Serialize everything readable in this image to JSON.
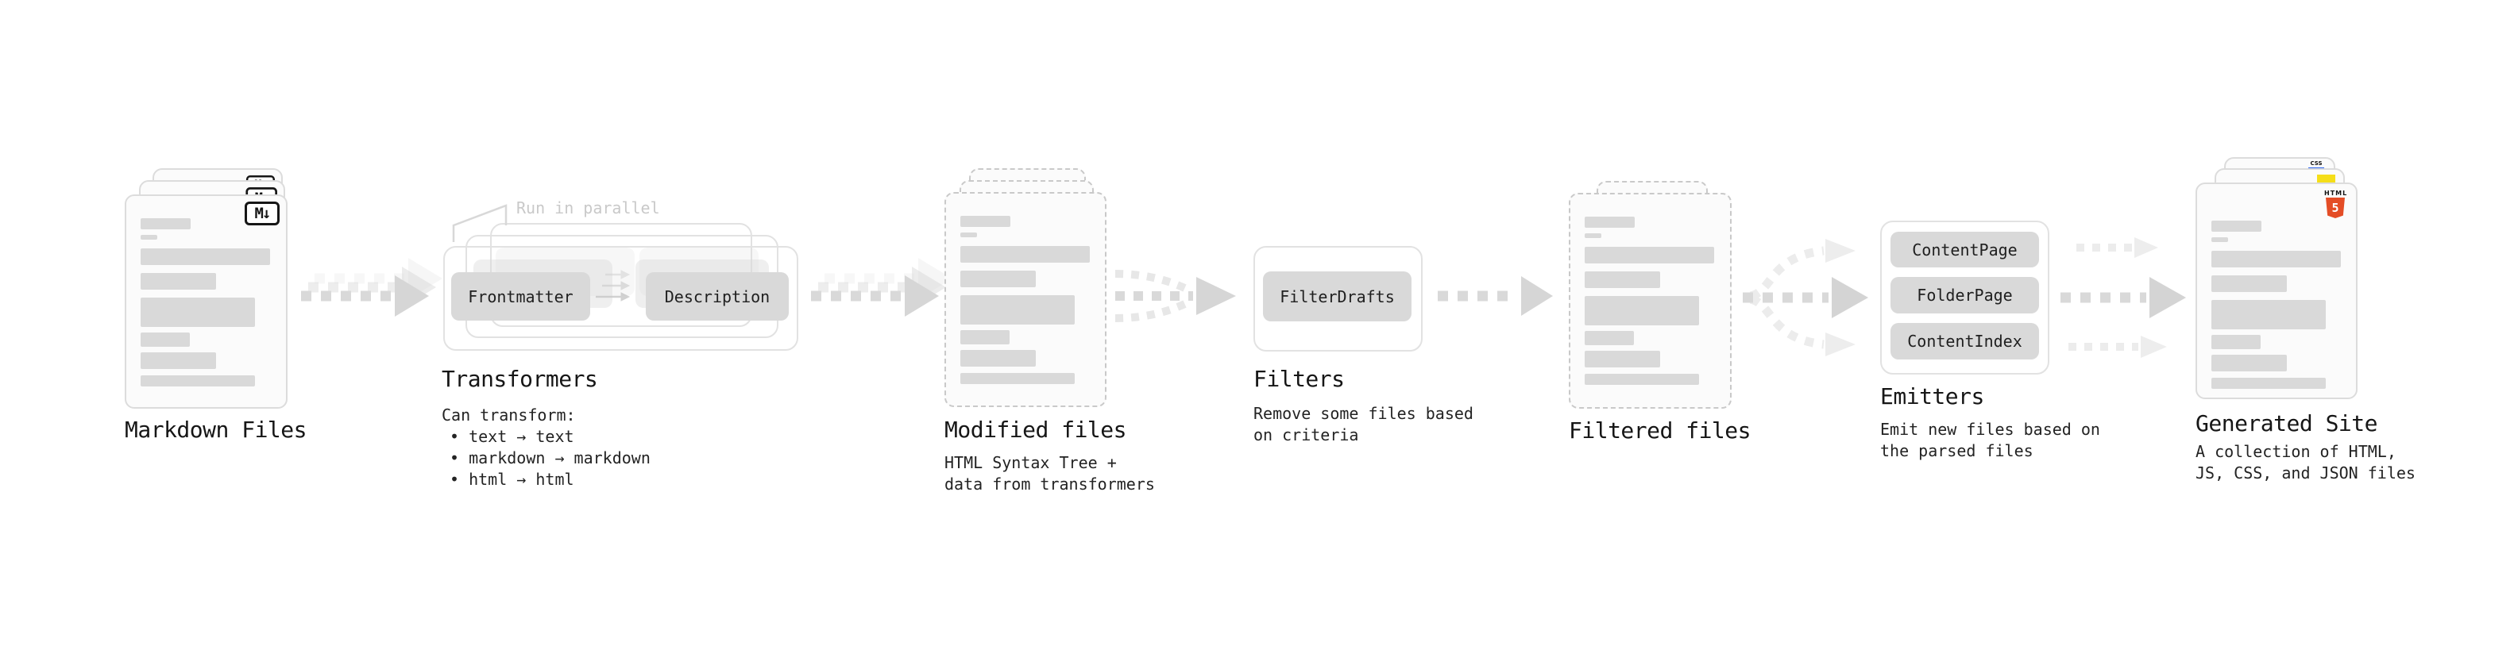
{
  "diagram": {
    "markdown_files": {
      "label": "Markdown Files"
    },
    "transformers": {
      "label": "Transformers",
      "annotation": "Run in parallel",
      "node_frontmatter": "Frontmatter",
      "node_description": "Description",
      "body_title": "Can transform:",
      "bullets": [
        "text → text",
        "markdown → markdown",
        "html → html"
      ]
    },
    "modified_files": {
      "label": "Modified files",
      "description": "HTML Syntax Tree +\ndata from transformers"
    },
    "filters": {
      "label": "Filters",
      "node_filterdrafts": "FilterDrafts",
      "description": "Remove some files based\non criteria"
    },
    "filtered_files": {
      "label": "Filtered files"
    },
    "emitters": {
      "label": "Emitters",
      "nodes": [
        "ContentPage",
        "FolderPage",
        "ContentIndex"
      ],
      "description": "Emit new files based on\nthe parsed files"
    },
    "generated_site": {
      "label": "Generated Site",
      "description": "A collection of HTML,\nJS, CSS, and JSON files"
    }
  },
  "icons": {
    "markdown_badge": "M↓",
    "html5_caption": "HTML",
    "html5_glyph": "5",
    "css_badge": "CSS"
  },
  "colors": {
    "accent_html5": "#e44d26",
    "accent_js": "#f5de19",
    "accent_css": "#2962ef",
    "muted_line": "#d9d9d9",
    "node_fill": "#d9d9d9"
  }
}
